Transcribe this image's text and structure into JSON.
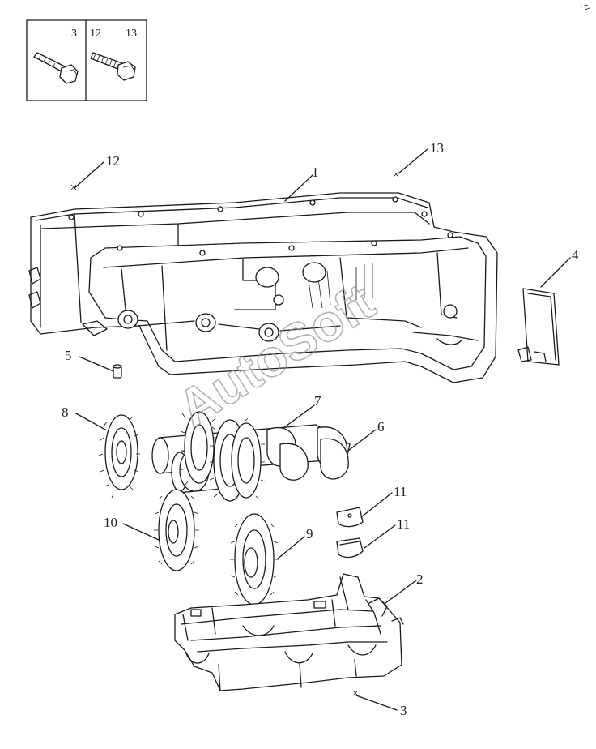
{
  "inset": {
    "left_label": "3",
    "right_labels": [
      "12",
      "13"
    ]
  },
  "callouts": [
    {
      "id": "1",
      "label": "1"
    },
    {
      "id": "2",
      "label": "2"
    },
    {
      "id": "3",
      "label": "3"
    },
    {
      "id": "4",
      "label": "4"
    },
    {
      "id": "5",
      "label": "5"
    },
    {
      "id": "6",
      "label": "6"
    },
    {
      "id": "7",
      "label": "7"
    },
    {
      "id": "8",
      "label": "8"
    },
    {
      "id": "9",
      "label": "9"
    },
    {
      "id": "10",
      "label": "10"
    },
    {
      "id": "11a",
      "label": "11"
    },
    {
      "id": "11b",
      "label": "11"
    },
    {
      "id": "12",
      "label": "12"
    },
    {
      "id": "13",
      "label": "13"
    }
  ],
  "watermark": "AutoSoft"
}
